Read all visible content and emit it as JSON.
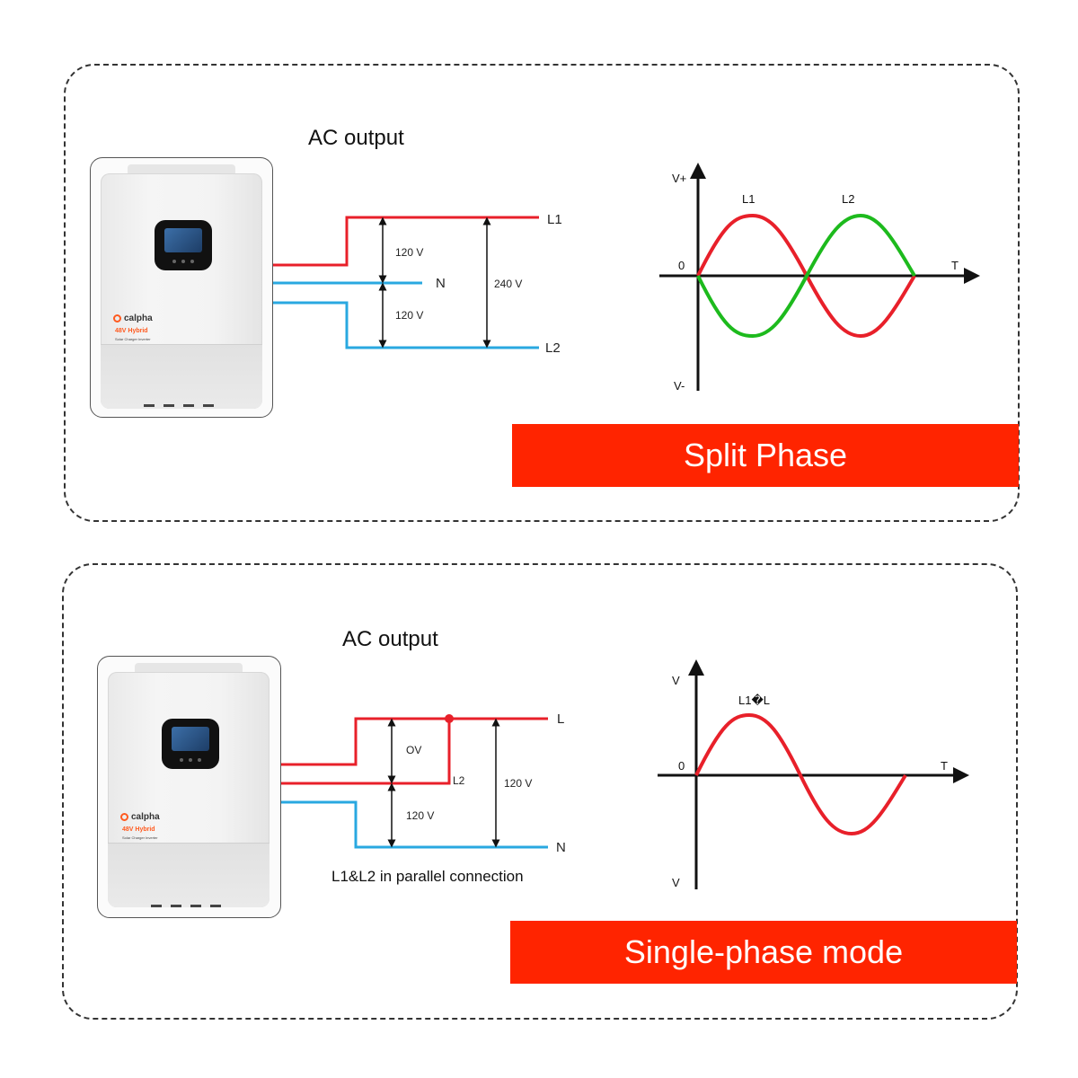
{
  "split_phase": {
    "ac_output_title": "AC output",
    "inverter": {
      "brand": "calpha",
      "model": "48V Hybrid",
      "subtitle": "Solar Charger Inverter"
    },
    "terminals": {
      "l1": "L1",
      "n": "N",
      "l2": "L2"
    },
    "voltages": {
      "l1_n": "120 V",
      "n_l2": "120 V",
      "l1_l2": "240 V"
    },
    "waveform": {
      "y_pos_label": "V+",
      "y_neg_label": "V-",
      "origin_label": "0",
      "x_label": "T",
      "curve_labels": [
        "L1",
        "L2"
      ],
      "colors": {
        "l1": "#e8202a",
        "l2": "#1dba1d"
      }
    },
    "banner": "Split Phase"
  },
  "single_phase": {
    "ac_output_title": "AC output",
    "inverter": {
      "brand": "calpha",
      "model": "48V Hybrid",
      "subtitle": "Solar Charger Inverter"
    },
    "terminals": {
      "l": "L",
      "l2": "L2",
      "n": "N"
    },
    "voltages": {
      "l_l2": "OV",
      "l2_n": "120 V",
      "l_n": "120 V"
    },
    "note": "L1&L2 in parallel connection",
    "waveform": {
      "y_pos_label": "V",
      "y_neg_label": "V",
      "origin_label": "0",
      "x_label": "T",
      "curve_label": "L1�L",
      "colors": {
        "curve": "#e8202a"
      }
    },
    "banner": "Single-phase mode"
  },
  "colors": {
    "red_wire": "#e8202a",
    "blue_wire": "#29a8e0",
    "banner": "#ff2400"
  }
}
